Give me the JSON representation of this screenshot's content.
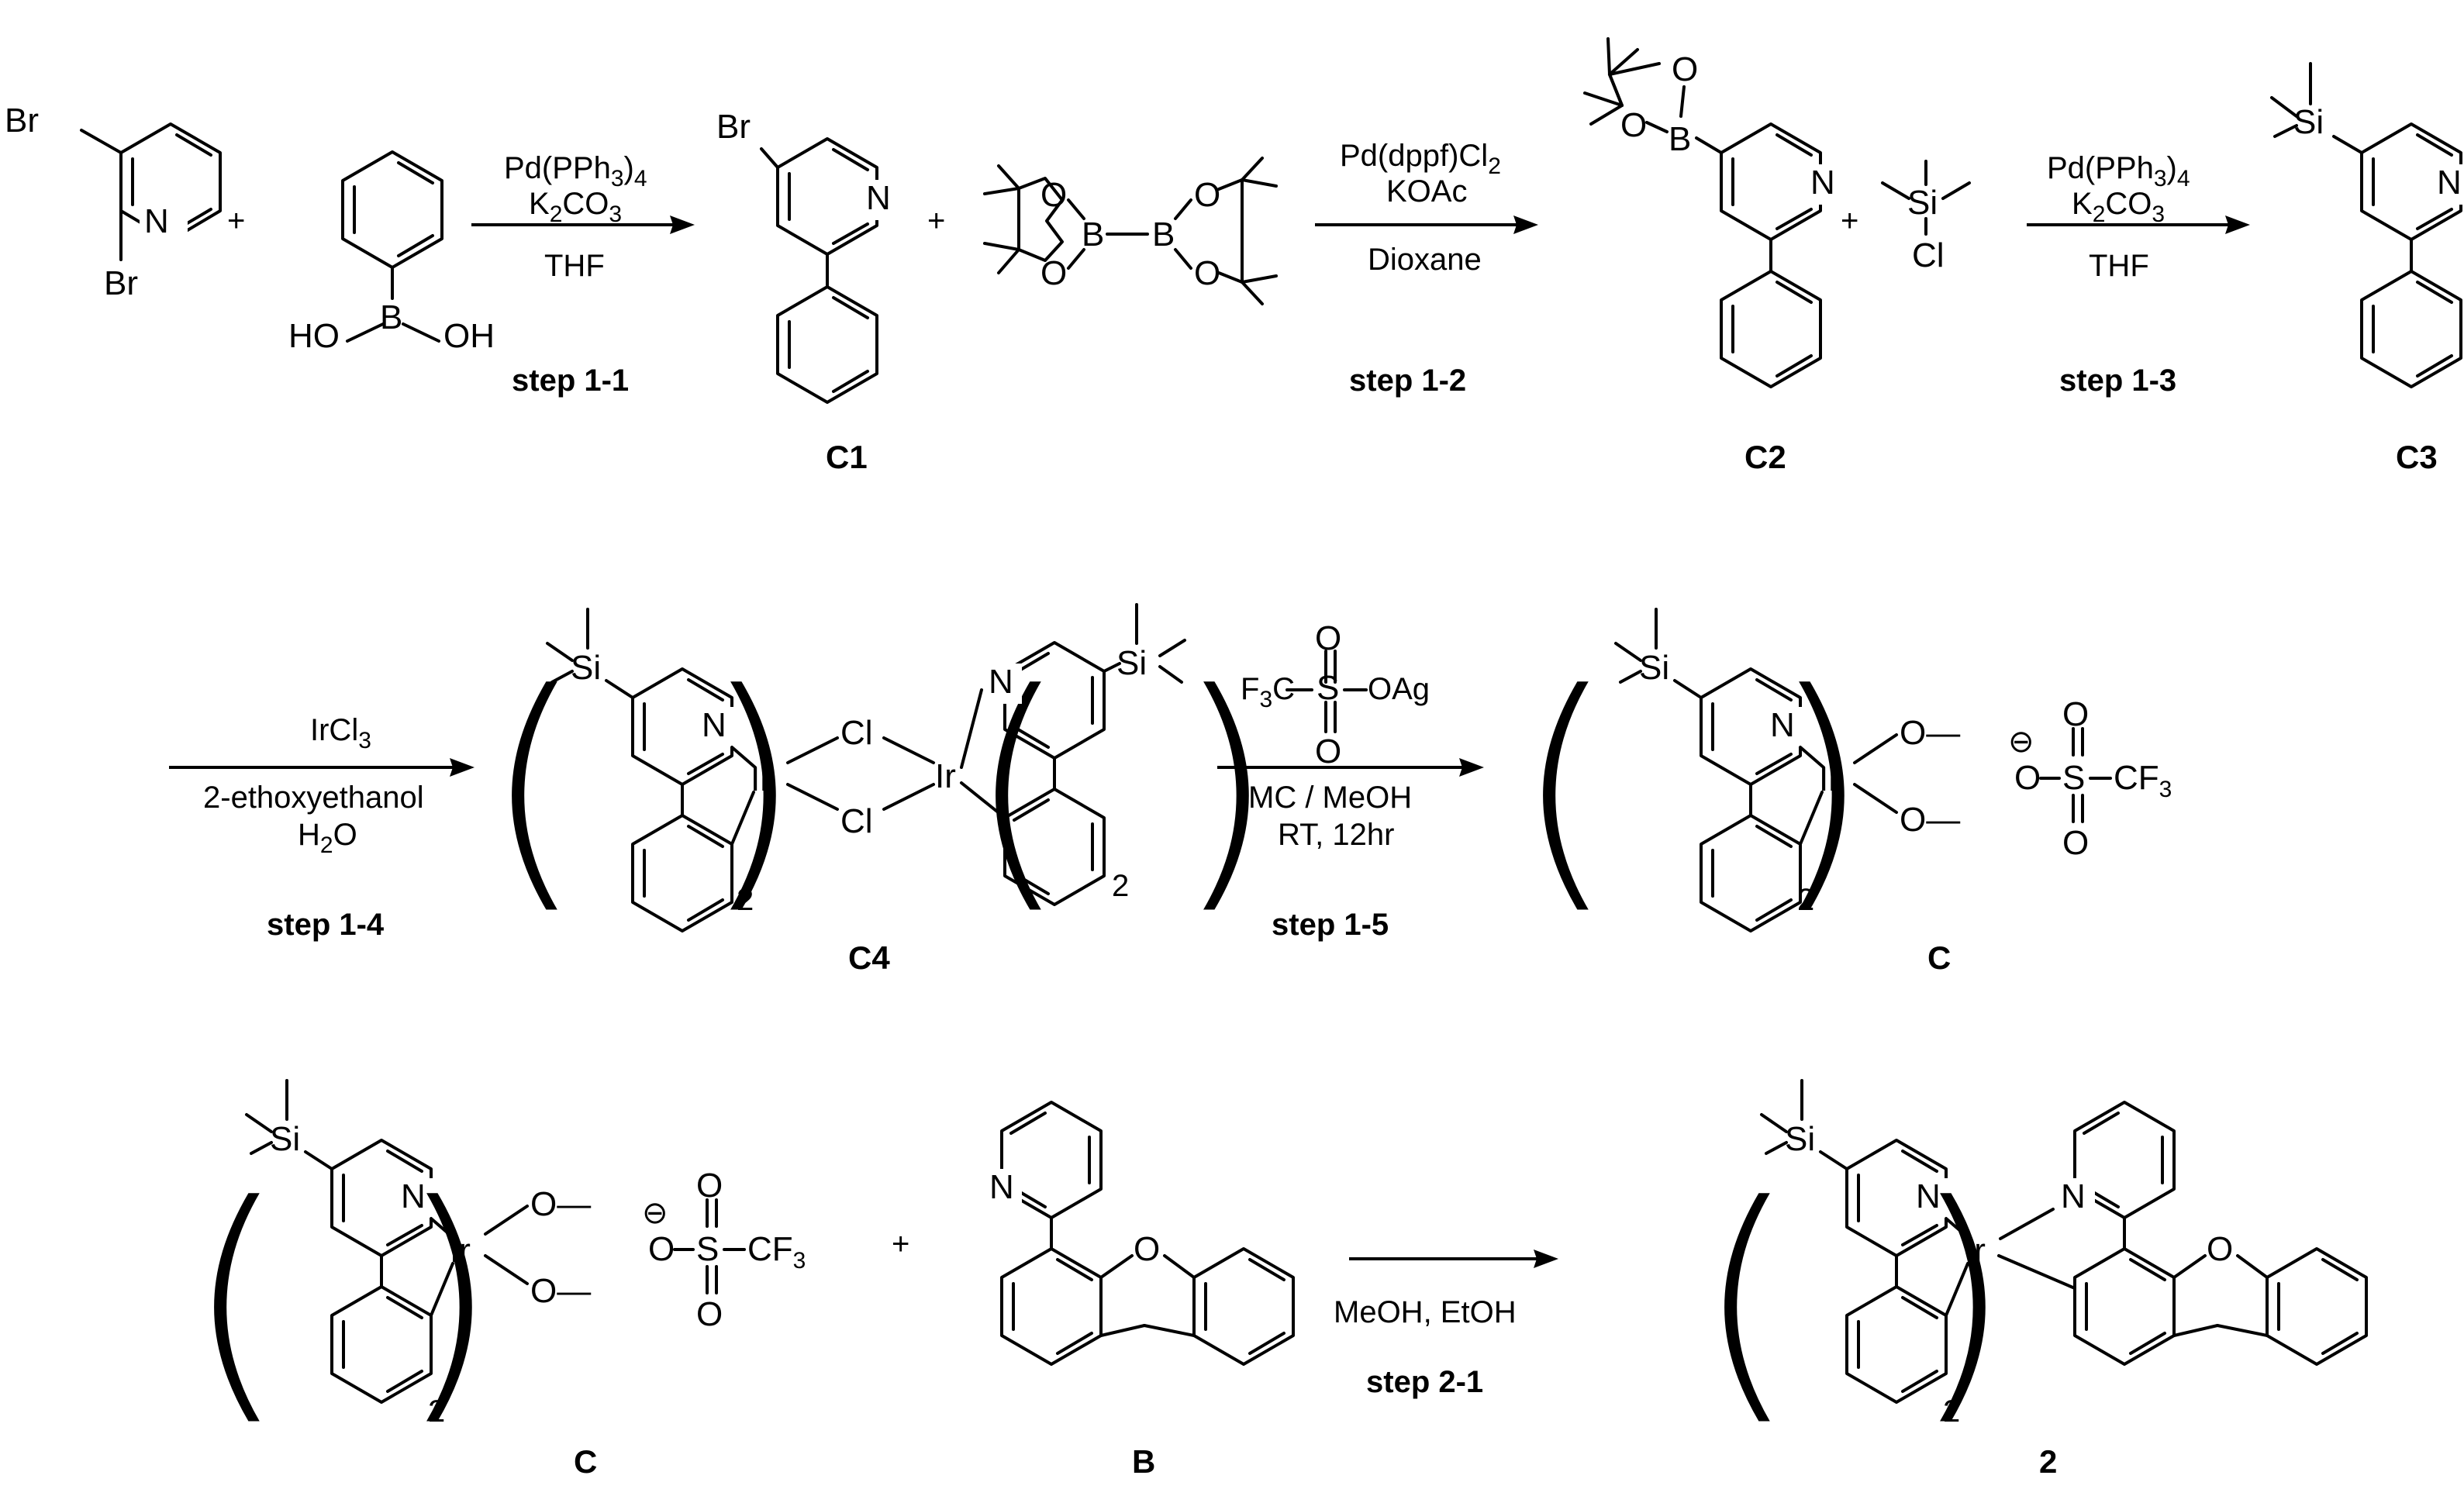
{
  "scheme": {
    "plus": "+",
    "row1": {
      "step1": {
        "line1": "Pd(PPh",
        "line1_sub": "3",
        "line1_end": ")",
        "line1_tail": "4",
        "line2": "K",
        "line2_sub": "2",
        "line2_end": "CO",
        "line2_tail": "3",
        "line3": "THF",
        "label": "step 1-1"
      },
      "step2": {
        "line1": "Pd(dppf)Cl",
        "line1_sub": "2",
        "line2": "KOAc",
        "line3": "Dioxane",
        "label": "step 1-2"
      },
      "step3": {
        "line1": "Pd(PPh",
        "line1_sub": "3",
        "line1_end": ")",
        "line1_tail": "4",
        "line2": "K",
        "line2_sub": "2",
        "line2_end": "CO",
        "line2_tail": "3",
        "line3": "THF",
        "label": "step 1-3"
      },
      "labels": {
        "c1": "C1",
        "c2": "C2",
        "c3": "C3"
      }
    },
    "row2": {
      "step4": {
        "line1": "IrCl",
        "line1_sub": "3",
        "line2": "2-ethoxyethanol",
        "line3": "H",
        "line3_sub": "2",
        "line3_end": "O",
        "label": "step 1-4"
      },
      "step5": {
        "reagent_a": "F",
        "reagent_a_sub": "3",
        "reagent_b": "C",
        "reagent_s": "S",
        "reagent_oag": "OAg",
        "line2": "MC / MeOH",
        "line3": "RT, 12hr",
        "label": "step 1-5"
      },
      "labels": {
        "c4": "C4",
        "c": "C"
      }
    },
    "row3": {
      "step6": {
        "line1": "MeOH, EtOH",
        "label": "step 2-1"
      },
      "labels": {
        "c": "C",
        "b": "B",
        "product": "2"
      }
    },
    "atoms": {
      "br": "Br",
      "n": "N",
      "b": "B",
      "o": "O",
      "ho": "HO",
      "oh": "OH",
      "si": "Si",
      "cl": "Cl",
      "ir": "Ir",
      "s": "S",
      "cf": "CF",
      "cf_sub": "3",
      "count": "2",
      "minus": "⊖",
      "o_minus": "O—"
    }
  }
}
